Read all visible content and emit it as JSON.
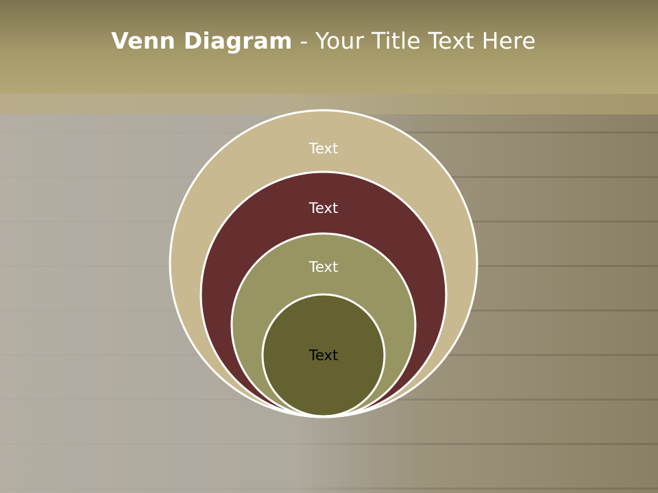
{
  "slide": {
    "title_bold": "Venn Diagram",
    "title_rest": " - Your Title Text Here"
  },
  "diagram": {
    "type": "nested-circles",
    "circles": [
      {
        "label": "Text",
        "fill": "#c8b991",
        "text_color": "#ffffff"
      },
      {
        "label": "Text",
        "fill": "#652f30",
        "text_color": "#ffffff"
      },
      {
        "label": "Text",
        "fill": "#979562",
        "text_color": "#ffffff"
      },
      {
        "label": "Text",
        "fill": "#656232",
        "text_color": "#000000"
      }
    ],
    "outline_color": "#ffffff"
  }
}
